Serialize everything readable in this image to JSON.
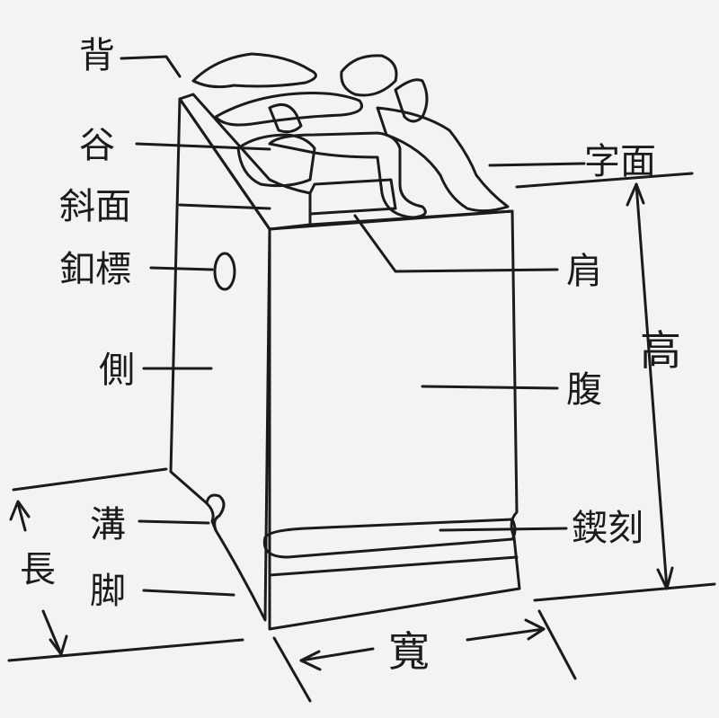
{
  "colors": {
    "ink": "#1b1b1b",
    "paper": "#f3f4f1"
  },
  "labels": {
    "back": "背",
    "valley": "谷",
    "slope": "斜面",
    "mark": "釦標",
    "side": "側",
    "groove": "溝",
    "length": "長",
    "foot": "脚",
    "face": "字面",
    "shoulder": "肩",
    "height": "高",
    "belly": "腹",
    "nick": "鍥刻",
    "width": "寬"
  }
}
